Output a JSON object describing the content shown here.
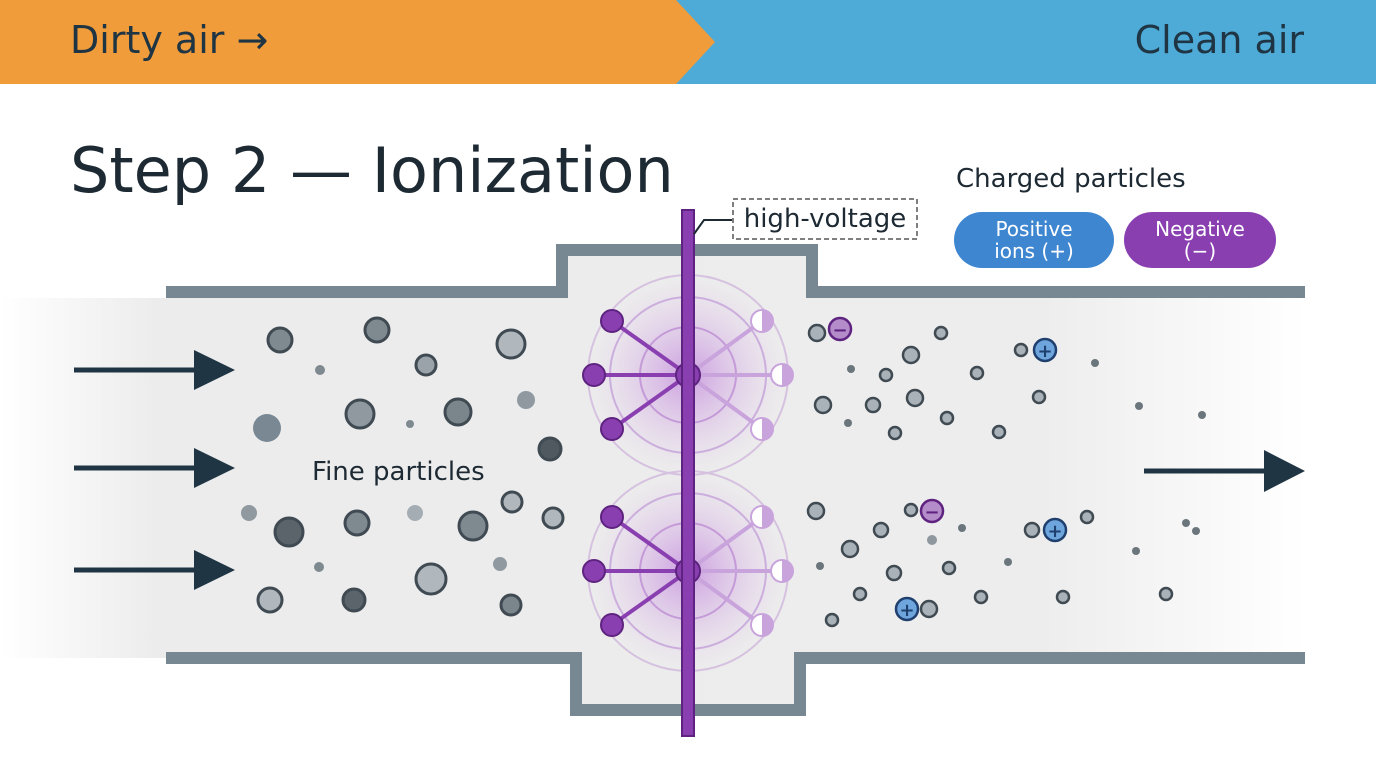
{
  "banner": {
    "left_text": "Dirty air →",
    "right_text": "Clean air"
  },
  "title": "Step 2 — Ionization",
  "legend": {
    "title": "Charged particles",
    "positive_label": "Positive\nions (+)",
    "negative_label": "Negative\n(−)"
  },
  "labels": {
    "fine_particles": "Fine particles",
    "electrode": "high-voltage"
  },
  "colors": {
    "orange": "#f19c3a",
    "blue": "#4eaad6",
    "positive": "#3f86d1",
    "negative": "#8a3fb0",
    "duct": "#778892",
    "arrow": "#1f3544"
  },
  "symbols": {
    "plus": "+",
    "minus": "−"
  }
}
